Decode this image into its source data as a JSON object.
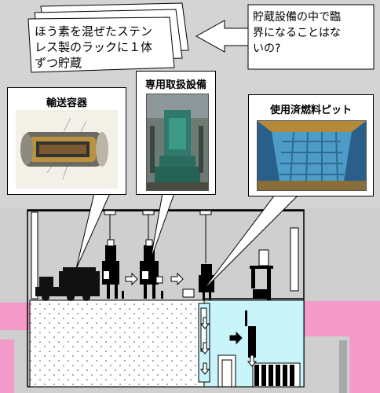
{
  "notes": {
    "storage_note": "ほう素を混ぜたステンレス製のラックに１体ずつ貯蔵",
    "storage_note_lines": [
      "ほう素を混ぜたステン",
      "レス製のラックに１体",
      "ずつ貯蔵"
    ],
    "question": "貯蔵設備の中で臨界になることはないの?",
    "question_lines": [
      "貯蔵設備の中で臨",
      "界になることはな",
      "いの?"
    ]
  },
  "panels": {
    "cask": {
      "title": "輸送容器",
      "icon": "cask-cutaway-image"
    },
    "handling": {
      "title": "専用取扱設備",
      "icon": "handling-equipment-photo"
    },
    "pool": {
      "title": "使用済燃料ピット",
      "icon": "spent-fuel-pool-photo"
    }
  },
  "colors": {
    "pink": "#f49ac8",
    "water": "#c8f4fa",
    "floor": "#ffffff",
    "machine": "#111111",
    "background": "#d4d4d4"
  }
}
